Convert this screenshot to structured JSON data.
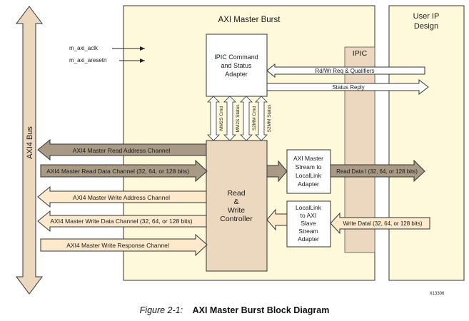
{
  "diagram": {
    "axi_bus_label": "AXI4 Bus",
    "master_burst_title": "AXI Master Burst",
    "user_ip_title_line1": "User IP",
    "user_ip_title_line2": "Design",
    "ipic_label": "IPIC",
    "clock_label": "m_axi_aclk",
    "reset_label": "m_axi_aresetn",
    "ipic_adapter_line1": "IPIC Command",
    "ipic_adapter_line2": "and Status",
    "ipic_adapter_line3": "Adapter",
    "cmd_status_1": "MM2S Cmd",
    "cmd_status_2": "MM2S Status",
    "cmd_status_3": "S2MM Cmd",
    "cmd_status_4": "S2MM Status",
    "rw_controller_line1": "Read",
    "rw_controller_line2": "&",
    "rw_controller_line3": "Write",
    "rw_controller_line4": "Controller",
    "stream_to_ll_line1": "AXI Master",
    "stream_to_ll_line2": "Stream to",
    "stream_to_ll_line3": "LocalLink",
    "stream_to_ll_line4": "Adapter",
    "ll_to_stream_line1": "LocalLink",
    "ll_to_stream_line2": "to AXI",
    "ll_to_stream_line3": "Slave",
    "ll_to_stream_line4": "Stream",
    "ll_to_stream_line5": "Adapter",
    "rdwr_req": "Rd/Wr Req & Qualifiers",
    "status_reply": "Status Reply",
    "read_addr_channel": "AXI4 Master Read Address Channel",
    "read_data_channel": "AXI4 Master Read Data Channel (32, 64, or 128 bits)",
    "write_addr_channel": "AXI4 Master Write Address Channel",
    "write_data_channel": "AXI4 Master Write Data Channel (32, 64, or 128 bits)",
    "write_resp_channel": "AXI4 Master Write Response Channel",
    "read_data_out": "Read Data l (32, 64, or 128 bits)",
    "write_data_in": "Write Datal (32, 64, or 128 bits)",
    "figure_id": "X13306"
  },
  "caption": {
    "number": "Figure 2-1:",
    "title": "AXI Master Burst Block Diagram"
  },
  "colors": {
    "panel_fill": "#fff9dc",
    "block_fill": "#ecd8bf",
    "arrow_dark": "#a99a86",
    "arrow_light": "#fde9cc",
    "stroke": "#333333"
  }
}
